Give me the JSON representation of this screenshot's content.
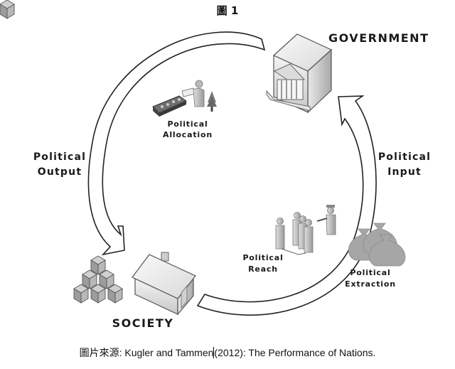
{
  "figure": {
    "title": "圖 1",
    "nodes": {
      "government": "GOVERNMENT",
      "society": "SOCIETY"
    },
    "flows": {
      "output_line1": "Political",
      "output_line2": "Output",
      "input_line1": "Political",
      "input_line2": "Input"
    },
    "sub_elements": {
      "allocation_line1": "Political",
      "allocation_line2": "Allocation",
      "reach_line1": "Political",
      "reach_line2": "Reach",
      "extraction_line1": "Political",
      "extraction_line2": "Extraction"
    },
    "icons": [
      "government-building-icon",
      "house-icon",
      "crates-icon",
      "worker-icon",
      "tree-icon",
      "people-group-icon",
      "officer-icon",
      "money-bags-icon"
    ]
  },
  "caption": {
    "prefix": "圖片來源: Kugler and Tammen",
    "suffix": "(2012): The Performance of Nations."
  }
}
